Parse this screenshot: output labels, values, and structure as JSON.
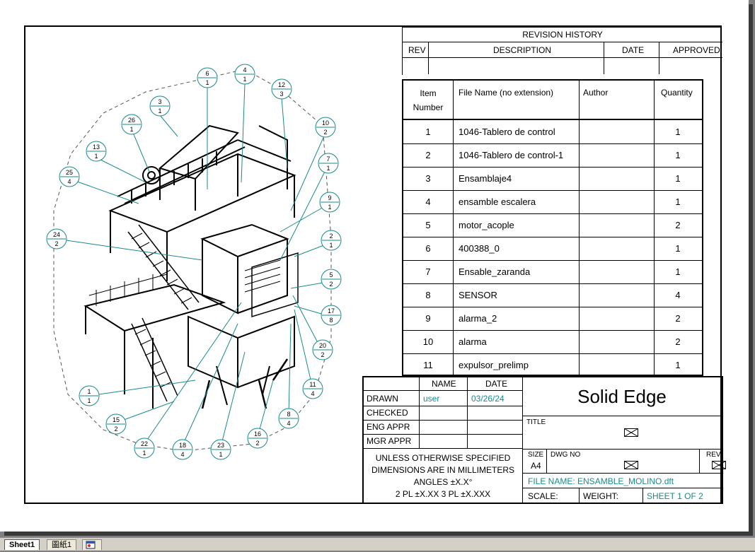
{
  "revision_history": {
    "title": "REVISION HISTORY",
    "columns": [
      "REV",
      "DESCRIPTION",
      "DATE",
      "APPROVED"
    ]
  },
  "parts_list": {
    "headers": [
      "Item\nNumber",
      "File Name (no extension)",
      "Author",
      "Quantity"
    ],
    "rows": [
      {
        "item": "1",
        "file": "1046-Tablero de control",
        "author": "",
        "qty": "1"
      },
      {
        "item": "2",
        "file": "1046-Tablero de control-1",
        "author": "",
        "qty": "1"
      },
      {
        "item": "3",
        "file": "Ensamblaje4",
        "author": "",
        "qty": "1"
      },
      {
        "item": "4",
        "file": "ensamble escalera",
        "author": "",
        "qty": "1"
      },
      {
        "item": "5",
        "file": "motor_acople",
        "author": "",
        "qty": "2"
      },
      {
        "item": "6",
        "file": "400388_0",
        "author": "",
        "qty": "1"
      },
      {
        "item": "7",
        "file": "Ensable_zaranda",
        "author": "",
        "qty": "1"
      },
      {
        "item": "8",
        "file": "SENSOR",
        "author": "",
        "qty": "4"
      },
      {
        "item": "9",
        "file": "alarma_2",
        "author": "",
        "qty": "2"
      },
      {
        "item": "10",
        "file": "alarma",
        "author": "",
        "qty": "2"
      },
      {
        "item": "11",
        "file": "expulsor_prelimp",
        "author": "",
        "qty": "1"
      }
    ]
  },
  "title_block": {
    "name_header": "NAME",
    "date_header": "DATE",
    "drawn_label": "DRAWN",
    "drawn_name": "user",
    "drawn_date": "03/26/24",
    "checked_label": "CHECKED",
    "eng_label": "ENG APPR",
    "mgr_label": "MGR APPR",
    "tolerance_lines": [
      "UNLESS OTHERWISE SPECIFIED",
      "DIMENSIONS ARE IN MILLIMETERS",
      "ANGLES ±X.X°",
      "2 PL ±X.XX 3 PL ±X.XXX"
    ],
    "company": "Solid Edge",
    "title_label": "TITLE",
    "size_label": "SIZE",
    "size_value": "A4",
    "dwg_label": "DWG NO",
    "rev_label": "REV",
    "file_name": "FILE NAME: ENSAMBLE_MOLINO.dft",
    "scale_label": "SCALE:",
    "weight_label": "WEIGHT:",
    "sheet_label": "SHEET 1 OF 2"
  },
  "balloons": [
    {
      "top": "6",
      "bottom": "1"
    },
    {
      "top": "4",
      "bottom": "1"
    },
    {
      "top": "12",
      "bottom": "3"
    },
    {
      "top": "3",
      "bottom": "1"
    },
    {
      "top": "10",
      "bottom": "2"
    },
    {
      "top": "26",
      "bottom": "1"
    },
    {
      "top": "13",
      "bottom": "1"
    },
    {
      "top": "7",
      "bottom": "1"
    },
    {
      "top": "25",
      "bottom": "4"
    },
    {
      "top": "9",
      "bottom": "1"
    },
    {
      "top": "24",
      "bottom": "2"
    },
    {
      "top": "2",
      "bottom": "1"
    },
    {
      "top": "5",
      "bottom": "2"
    },
    {
      "top": "17",
      "bottom": "8"
    },
    {
      "top": "20",
      "bottom": "2"
    },
    {
      "top": "1",
      "bottom": "1"
    },
    {
      "top": "11",
      "bottom": "4"
    },
    {
      "top": "15",
      "bottom": "2"
    },
    {
      "top": "8",
      "bottom": "4"
    },
    {
      "top": "22",
      "bottom": "1"
    },
    {
      "top": "18",
      "bottom": "4"
    },
    {
      "top": "23",
      "bottom": "1"
    },
    {
      "top": "16",
      "bottom": "2"
    }
  ],
  "tabs": [
    {
      "label": "Sheet1"
    },
    {
      "label": "圖紙1"
    },
    {
      "label": ""
    }
  ],
  "colors": {
    "leader": "#1a8a8a",
    "balloon": "#1a8a8a",
    "line": "#000000"
  }
}
